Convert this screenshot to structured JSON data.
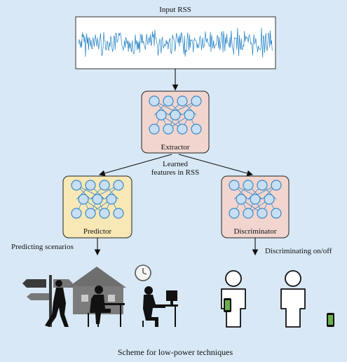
{
  "labels": {
    "input": "Input RSS",
    "extractor": "Extractor",
    "features_line1": "Learned",
    "features_line2": "features in RSS",
    "predictor": "Predictor",
    "discriminator": "Discriminator",
    "predicting": "Predicting scenarios",
    "discriminating": "Discriminating on/off",
    "caption": "Scheme for low-power techniques"
  },
  "colors": {
    "background": "#d8e8f6",
    "signal": "#1f7fc4",
    "extractor_fill": "#f2d5cf",
    "predictor_fill": "#f7e8b5",
    "discriminator_fill": "#f2d5cf",
    "node_fill": "#c8dff3",
    "node_stroke": "#3a8ac8",
    "phone_screen": "#6ab04c"
  },
  "icons": {
    "scenario": [
      "signpost-walker-icon",
      "house-reader-icon",
      "clock-icon",
      "computer-worker-icon"
    ],
    "status": [
      "person-with-phone-icon",
      "person-icon",
      "phone-icon"
    ]
  }
}
